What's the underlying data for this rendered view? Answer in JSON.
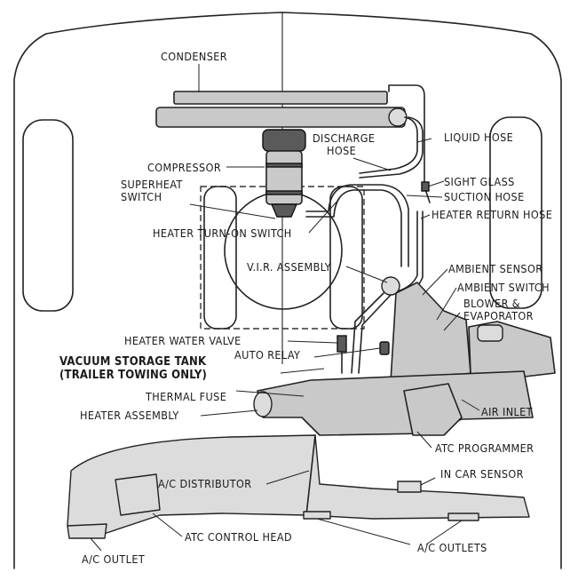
{
  "diagram": {
    "labels": {
      "condenser": "CONDENSER",
      "discharge_hose_1": "DISCHARGE",
      "discharge_hose_2": "HOSE",
      "liquid_hose": "LIQUID HOSE",
      "compressor": "COMPRESSOR",
      "superheat_switch_1": "SUPERHEAT",
      "superheat_switch_2": "SWITCH",
      "sight_glass": "SIGHT GLASS",
      "suction_hose": "SUCTION HOSE",
      "heater_return_hose": "HEATER RETURN HOSE",
      "heater_turn_on_switch": "HEATER TURN-ON SWITCH",
      "vir_assembly": "V.I.R. ASSEMBLY",
      "ambient_sensor": "AMBIENT SENSOR",
      "ambient_switch": "AMBIENT SWITCH",
      "blower_evaporator_1": "BLOWER &",
      "blower_evaporator_2": "EVAPORATOR",
      "heater_water_valve": "HEATER WATER VALVE",
      "auto_relay": "AUTO RELAY",
      "vacuum_storage_tank_1": "VACUUM STORAGE TANK",
      "vacuum_storage_tank_2": "(TRAILER TOWING ONLY)",
      "thermal_fuse": "THERMAL FUSE",
      "heater_assembly": "HEATER ASSEMBLY",
      "air_inlet": "AIR INLET",
      "atc_programmer": "ATC PROGRAMMER",
      "in_car_sensor": "IN CAR SENSOR",
      "ac_distributor": "A/C DISTRIBUTOR",
      "atc_control_head": "ATC CONTROL HEAD",
      "ac_outlet": "A/C OUTLET",
      "ac_outlets": "A/C OUTLETS"
    }
  }
}
